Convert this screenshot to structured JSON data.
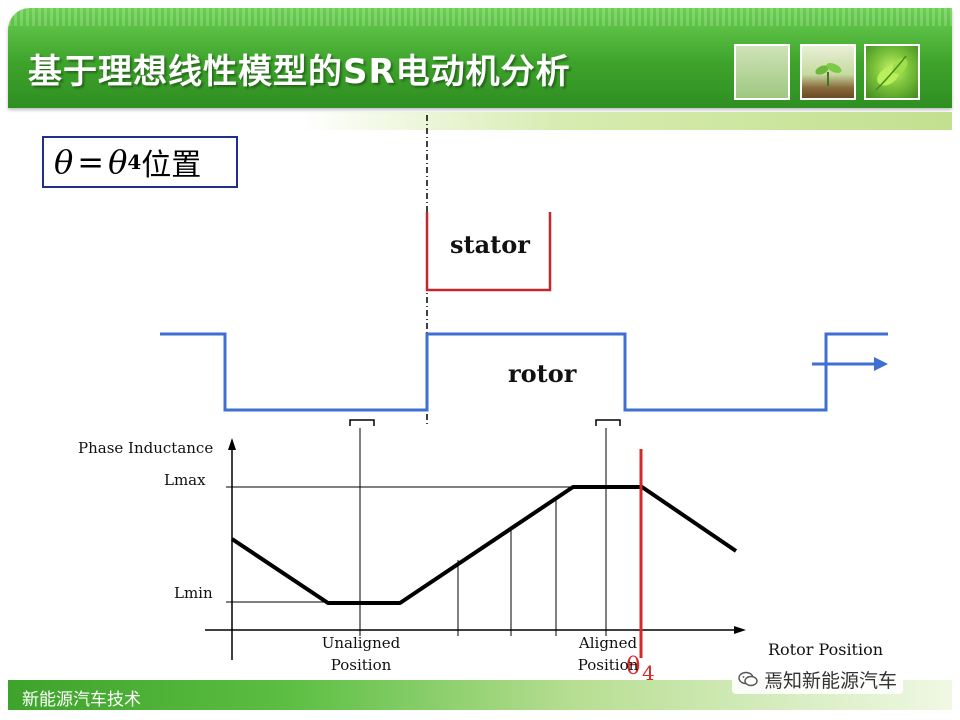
{
  "header": {
    "title": "基于理想线性模型的SR电动机分析"
  },
  "position_label": {
    "symbol": "θ",
    "equals": "=",
    "rhs_symbol": "θ",
    "rhs_subscript": "4",
    "suffix": "位置"
  },
  "diagram": {
    "stator_label": "stator",
    "rotor_label": "rotor",
    "graph": {
      "y_axis_label": "Phase Inductance",
      "x_axis_label": "Rotor Position",
      "lmax_label": "Lmax",
      "lmin_label": "Lmin",
      "unaligned_label_line1": "Unaligned",
      "unaligned_label_line2": "Position",
      "aligned_label_line1": "Aligned",
      "aligned_label_line2": "Position",
      "marker_symbol": "θ",
      "marker_subscript": "4"
    },
    "colors": {
      "rotor": "#3e6fd1",
      "stator": "#c0282b",
      "marker": "#d42a2a",
      "curve": "#000000"
    }
  },
  "footer": {
    "text": "新能源汽车技术",
    "watermark": "焉知新能源汽车"
  }
}
